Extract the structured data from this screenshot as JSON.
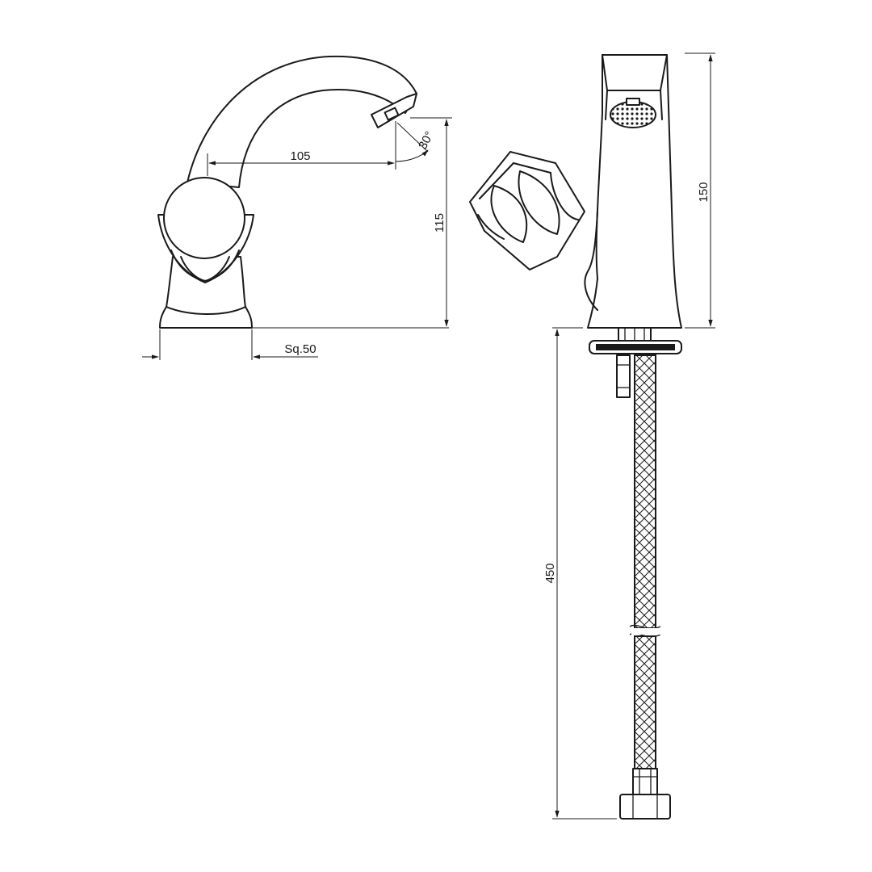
{
  "drawing": {
    "dimensions": {
      "spout_reach": "105",
      "angle": "30°",
      "spout_height": "115",
      "base_square": "Sq.50",
      "total_height": "150",
      "hose_length": "450"
    },
    "colors": {
      "line": "#1a1a1a",
      "background": "#ffffff"
    }
  }
}
